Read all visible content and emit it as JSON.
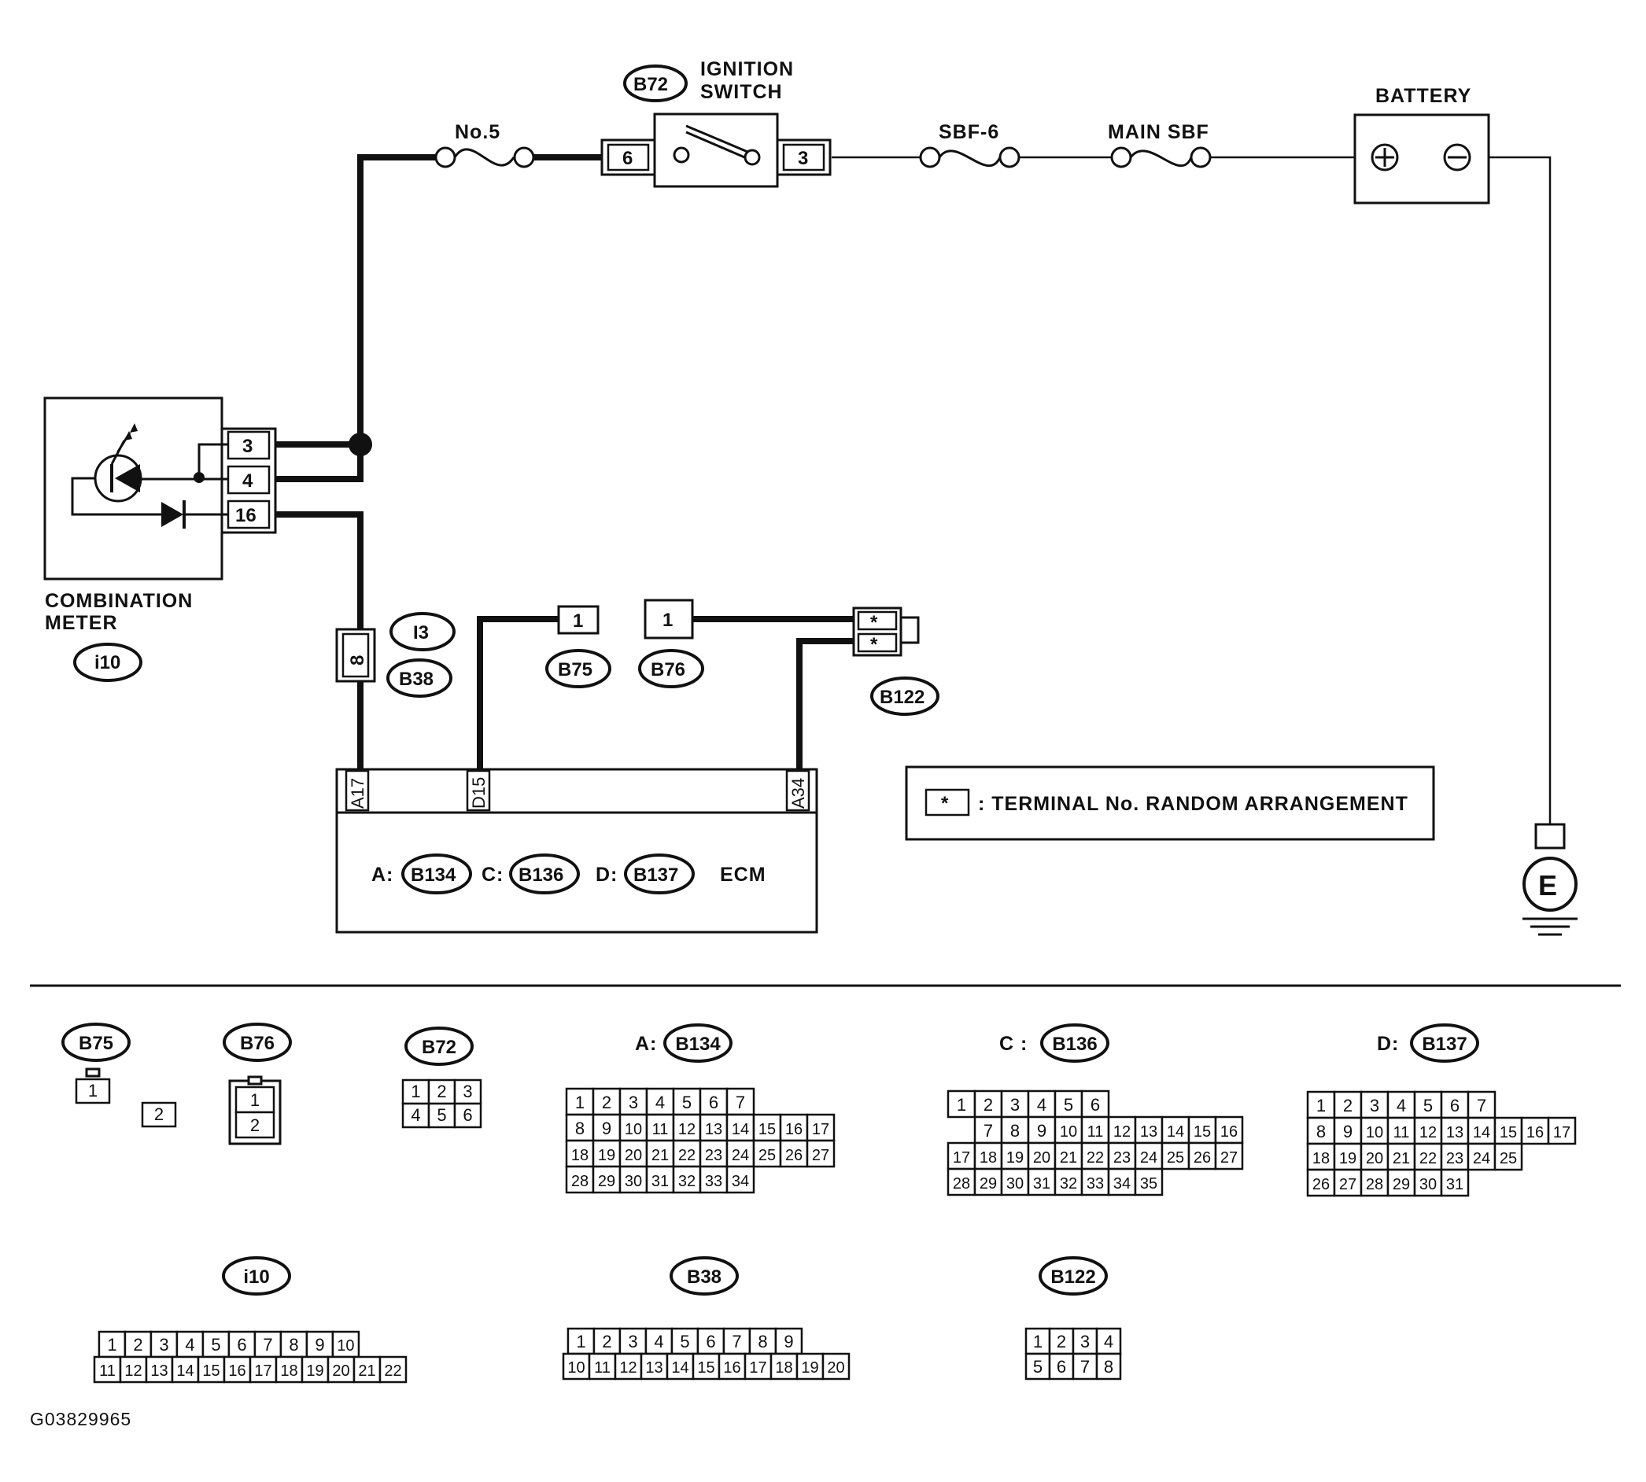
{
  "components": {
    "ignition_switch": "IGNITION SWITCH",
    "ignition_switch_line1": "IGNITION",
    "ignition_switch_line2": "SWITCH",
    "battery": "BATTERY",
    "combination_meter_line1": "COMBINATION",
    "combination_meter_line2": "METER",
    "ecm": "ECM",
    "ground": "E"
  },
  "fuses": {
    "no5": "No.5",
    "sbf6": "SBF-6",
    "main_sbf": "MAIN SBF"
  },
  "connector_tags": {
    "b72": "B72",
    "i10": "i10",
    "i3": "I3",
    "b38": "B38",
    "b75": "B75",
    "b76": "B76",
    "b122": "B122",
    "b134": "B134",
    "b136": "B136",
    "b137": "B137"
  },
  "ecm_prefixes": {
    "a": "A:",
    "c": "C:",
    "d": "D:"
  },
  "terminals": {
    "ign_in": "6",
    "ign_out": "3",
    "meter_3": "3",
    "meter_4": "4",
    "meter_16": "16",
    "b38_pin": "8",
    "b75_pin": "1",
    "b76_pin": "1",
    "b122_a": "*",
    "b122_b": "*",
    "ecm_a17": "A17",
    "ecm_d15": "D15",
    "ecm_a34": "A34"
  },
  "legend": {
    "symbol": "*",
    "text": ": TERMINAL No. RANDOM ARRANGEMENT"
  },
  "diagram_code": "G03829965",
  "connector_views": {
    "b75": {
      "tag": "B75",
      "prefix": "",
      "rows": [
        [
          "1"
        ],
        [
          "2"
        ]
      ]
    },
    "b76": {
      "tag": "B76",
      "prefix": "",
      "rows": [
        [
          "1"
        ],
        [
          "2"
        ]
      ]
    },
    "b72": {
      "tag": "B72",
      "prefix": "",
      "rows": [
        [
          "1",
          "2",
          "3"
        ],
        [
          "4",
          "5",
          "6"
        ]
      ]
    },
    "b134": {
      "tag": "B134",
      "prefix": "A:",
      "rows": [
        [
          "1",
          "2",
          "3",
          "4",
          "5",
          "6",
          "7"
        ],
        [
          "8",
          "9",
          "10",
          "11",
          "12",
          "13",
          "14",
          "15",
          "16",
          "17"
        ],
        [
          "18",
          "19",
          "20",
          "21",
          "22",
          "23",
          "24",
          "25",
          "26",
          "27"
        ],
        [
          "28",
          "29",
          "30",
          "31",
          "32",
          "33",
          "34"
        ]
      ]
    },
    "b136": {
      "tag": "B136",
      "prefix": "C :",
      "rows": [
        [
          "1",
          "2",
          "3",
          "4",
          "5",
          "6"
        ],
        [
          "7",
          "8",
          "9",
          "10",
          "11",
          "12",
          "13",
          "14",
          "15",
          "16"
        ],
        [
          "17",
          "18",
          "19",
          "20",
          "21",
          "22",
          "23",
          "24",
          "25",
          "26",
          "27"
        ],
        [
          "28",
          "29",
          "30",
          "31",
          "32",
          "33",
          "34",
          "35"
        ]
      ]
    },
    "b137": {
      "tag": "B137",
      "prefix": "D:",
      "rows": [
        [
          "1",
          "2",
          "3",
          "4",
          "5",
          "6",
          "7"
        ],
        [
          "8",
          "9",
          "10",
          "11",
          "12",
          "13",
          "14",
          "15",
          "16",
          "17"
        ],
        [
          "18",
          "19",
          "20",
          "21",
          "22",
          "23",
          "24",
          "25"
        ],
        [
          "26",
          "27",
          "28",
          "29",
          "30",
          "31"
        ]
      ]
    },
    "i10": {
      "tag": "i10",
      "prefix": "",
      "rows": [
        [
          "1",
          "2",
          "3",
          "4",
          "5",
          "6",
          "7",
          "8",
          "9",
          "10"
        ],
        [
          "11",
          "12",
          "13",
          "14",
          "15",
          "16",
          "17",
          "18",
          "19",
          "20",
          "21",
          "22"
        ]
      ]
    },
    "b38": {
      "tag": "B38",
      "prefix": "",
      "rows": [
        [
          "1",
          "2",
          "3",
          "4",
          "5",
          "6",
          "7",
          "8",
          "9"
        ],
        [
          "10",
          "11",
          "12",
          "13",
          "14",
          "15",
          "16",
          "17",
          "18",
          "19",
          "20"
        ]
      ]
    },
    "b122": {
      "tag": "B122",
      "prefix": "",
      "rows": [
        [
          "1",
          "2",
          "3",
          "4"
        ],
        [
          "5",
          "6",
          "7",
          "8"
        ]
      ]
    }
  }
}
